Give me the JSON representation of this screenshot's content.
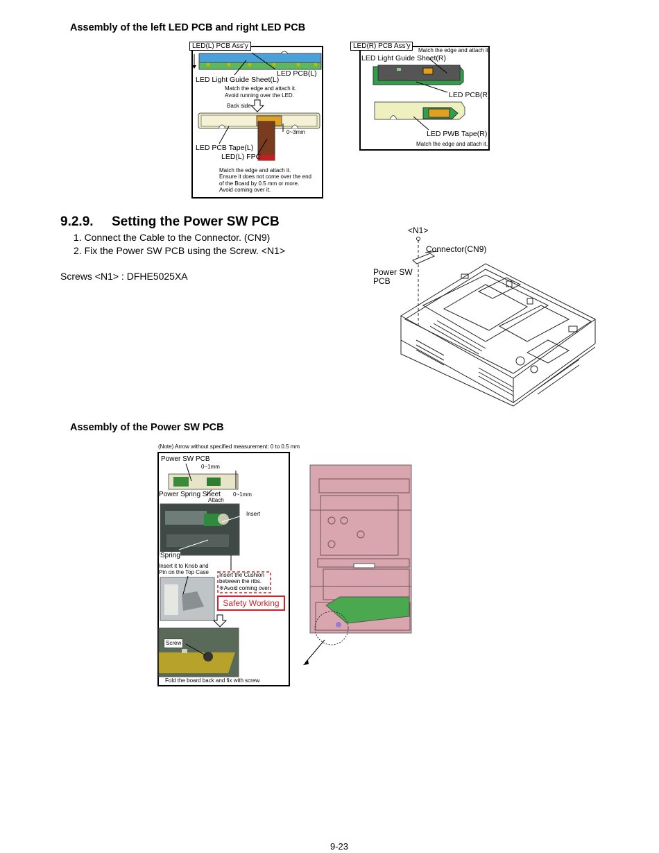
{
  "sections": {
    "led_assembly": {
      "title": "Assembly of the left LED PCB and right LED PCB",
      "left_panel": {
        "tag": "LED(L) PCB Ass'y",
        "led_pcb": "LED PCB(L)",
        "guide_sheet": "LED Light Guide Sheet(L)",
        "note_match_1": "Match the edge and attach it.",
        "note_match_2": "Avoid running over the LED.",
        "back_side": "Back side",
        "gap": "0~3mm",
        "pcb_tape": "LED PCB Tape(L)",
        "fpc": "LED(L) FPC",
        "note_bottom_1": "Match the edge and attach it.",
        "note_bottom_2": "Ensure it does not come over the end",
        "note_bottom_3": "of the Board by 0.5 mm or more.",
        "note_bottom_4": "Avoid coming over it."
      },
      "right_panel": {
        "tag": "LED(R) PCB Ass'y",
        "note_top": "Match the edge and attach it.",
        "guide_sheet": "LED Light Guide Sheet(R)",
        "led_pcb": "LED PCB(R)",
        "pwb_tape": "LED PWB Tape(R)",
        "note_bottom": "Match the edge and attach it."
      }
    },
    "power_sw": {
      "number": "9.2.9.",
      "title": "Setting the Power SW PCB",
      "steps": [
        "1. Connect the Cable to the Connector. (CN9)",
        "2. Fix the Power SW PCB using the Screw. <N1>"
      ],
      "screws": "Screws <N1> : DFHE5025XA",
      "diagram": {
        "n1": "<N1>",
        "connector": "Connector(CN9)",
        "pcb_line1": "Power SW",
        "pcb_line2": "PCB"
      }
    },
    "power_sw_assembly": {
      "title": "Assembly of the Power SW PCB",
      "note": "(Note) Arrow without specified measurement: 0 to 0.5 mm",
      "panel": {
        "power_sw_pcb": "Power SW PCB",
        "gap_top": "0~1mm",
        "spring_sheet": "Power Spring Sheet",
        "gap_side": "0~1mm",
        "attach": "Attach",
        "insert": "Insert",
        "spring": "Spring",
        "knob_1": "Insert it to Knob and",
        "knob_2": "Pin on the Top Case",
        "cushion_1": "Insert the Cushion",
        "cushion_2": "between the ribs.",
        "cushion_3": "※Avoid coming over",
        "safety": "Safety Working",
        "screw": "Screw",
        "fold": "Fold the board back and fix with screw."
      }
    }
  },
  "footer": {
    "page_number": "9-23"
  }
}
